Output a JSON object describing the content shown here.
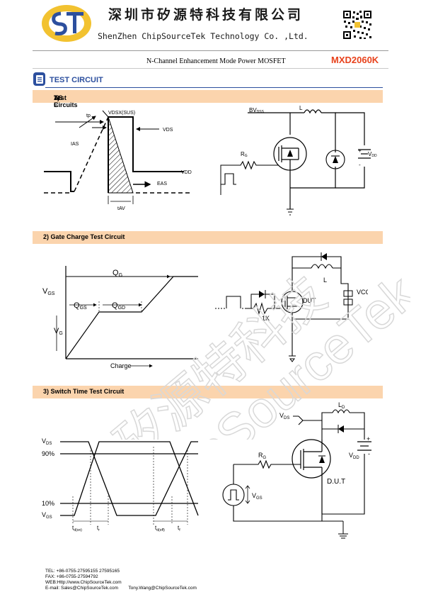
{
  "header": {
    "company_cn": "深圳市矽源特科技有限公司",
    "company_en": "ShenZhen ChipSourceTek Technology Co. ,Ltd.",
    "doc_title": "N-Channel Enhancement Mode Power MOSFET",
    "part_number": "MXD2060K"
  },
  "section": {
    "title": "TEST CIRCUIT"
  },
  "sections": {
    "s1_prefix": "1) E",
    "s1_sub": "AS",
    "s1_suffix": " Test Circuits",
    "s2": "2) Gate Charge Test Circuit",
    "s3": "3) Switch Time Test Circuit"
  },
  "fig1": {
    "tp": "tp",
    "vdsx": "VDSX(SUS)",
    "vds": "VDS",
    "ias": "IAS",
    "vdd": "VDD",
    "eas": "EAS",
    "tav": "tAV"
  },
  "fig2": {
    "bvdss": "BV",
    "bvdss_sub": "DSS",
    "l": "L",
    "rg": "R",
    "rg_sub": "G",
    "vdd": "V",
    "vdd_sub": "DD",
    "plus": "+",
    "minus": "-"
  },
  "fig3": {
    "qg": "Q",
    "qg_sub": "G",
    "vgs": "V",
    "vgs_sub": "GS",
    "qgs": "Q",
    "qgs_sub": "GS",
    "qgd": "Q",
    "qgd_sub": "GD",
    "vg": "V",
    "vg_sub": "G",
    "charge": "Charge"
  },
  "fig4": {
    "l": "L",
    "vcc": "VCC",
    "dut": "DUT",
    "r1k": "1K"
  },
  "fig5": {
    "vds": "V",
    "vds_sub": "DS",
    "p90": "90%",
    "p10": "10%",
    "vgs": "V",
    "vgs_sub": "GS",
    "tdon": "t",
    "tdon_sub": "d(on)",
    "tr": "t",
    "tr_sub": "r",
    "tdoff": "t",
    "tdoff_sub": "d(off)",
    "tf": "t",
    "tf_sub": "f"
  },
  "fig6": {
    "vds": "V",
    "vds_sub": "DS",
    "ld": "L",
    "ld_sub": "D",
    "rg": "R",
    "rg_sub": "G",
    "vdd": "V",
    "vdd_sub": "DD",
    "vgs": "V",
    "vgs_sub": "GS",
    "dut": "D.U.T",
    "plus": "+",
    "minus": "-"
  },
  "watermark": {
    "line1": "矽源特科技",
    "line2": "ChipSourceTek"
  },
  "footer": {
    "tel": "TEL: +86-0755-27595155 27595165",
    "fax": "FAX: +86-0755-27594792",
    "web": "WEB:Http://www.ChipSourceTek.com",
    "email": "E-mail: Sales@ChipSourceTek.com        Tony.Wang@ChipSourceTek.com"
  },
  "colors": {
    "accent": "#2c4f9e",
    "part_number": "#e8421c",
    "section_bar": "#fbd4ad",
    "logo_yellow": "#f2c230"
  }
}
